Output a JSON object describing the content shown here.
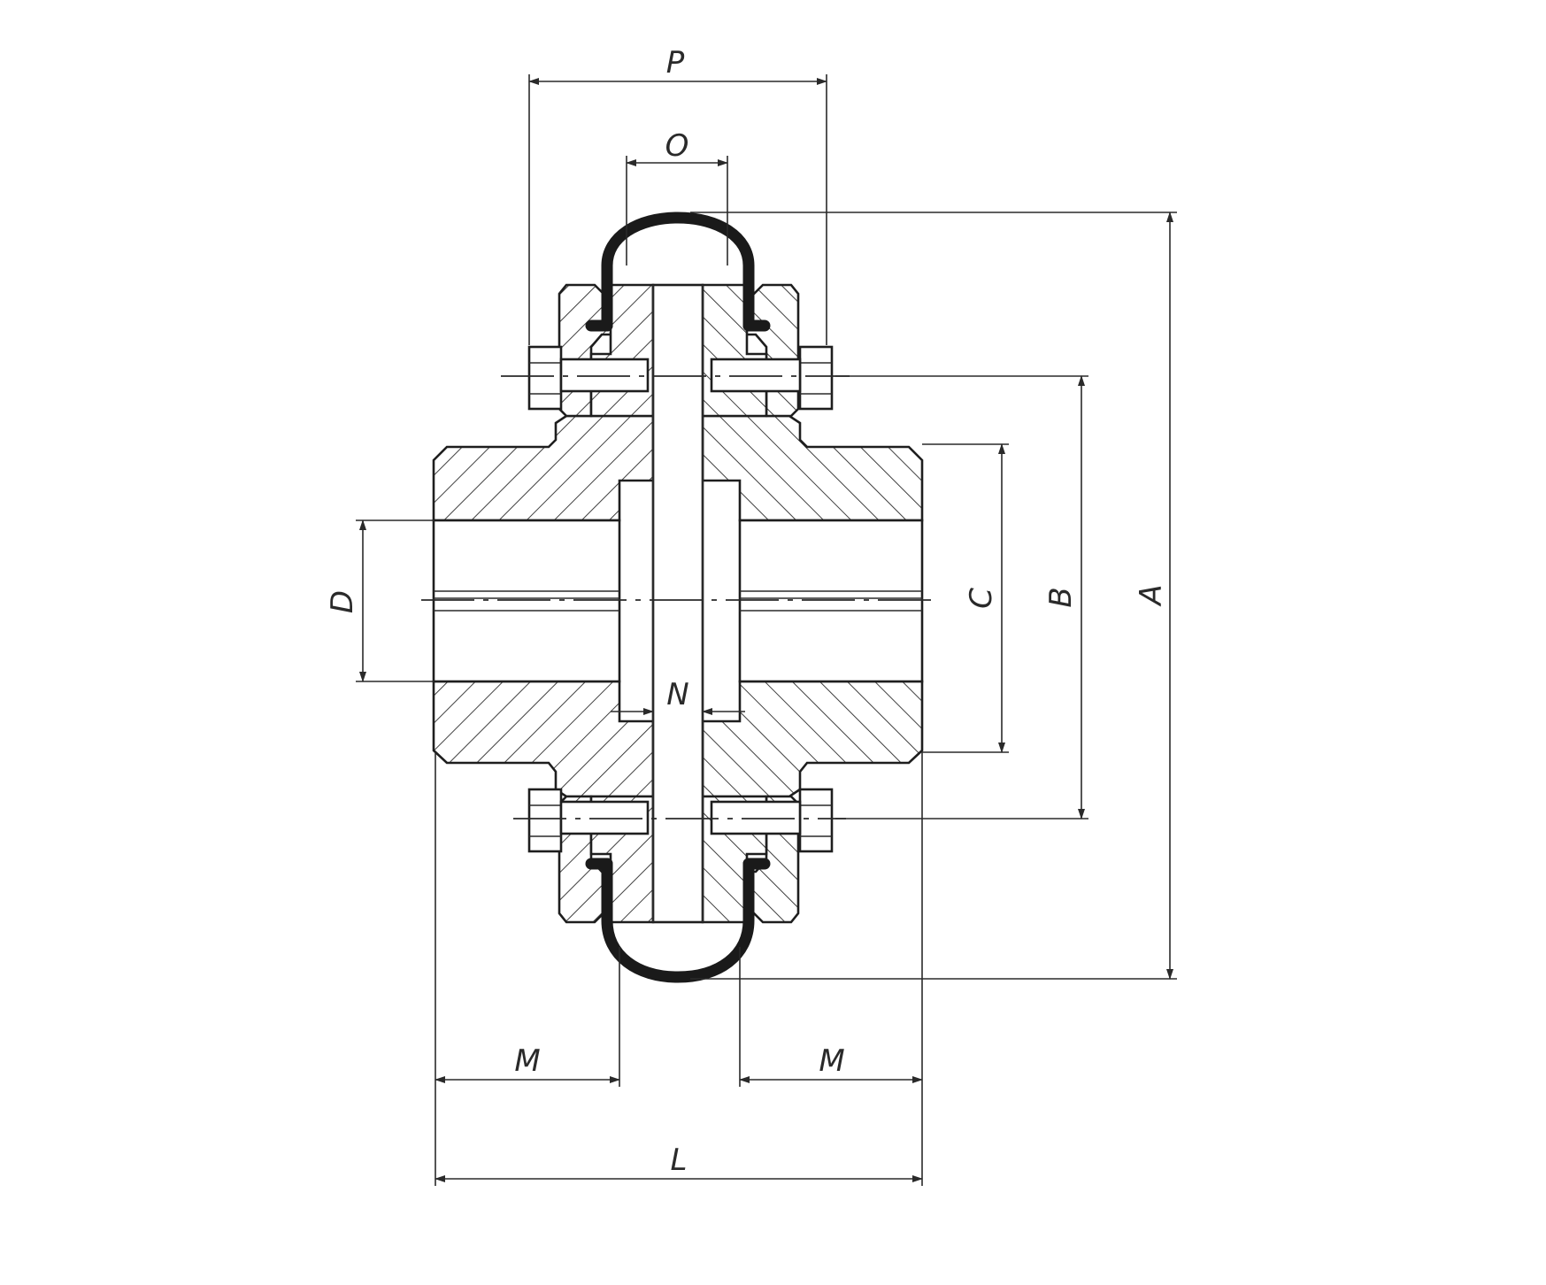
{
  "labels": {
    "P": "P",
    "O": "O",
    "A": "A",
    "B": "B",
    "C": "C",
    "D": "D",
    "N": "N",
    "M_left": "M",
    "M_right": "M",
    "L": "L"
  },
  "colors": {
    "line": "#2a2a2a",
    "background": "#ffffff"
  }
}
